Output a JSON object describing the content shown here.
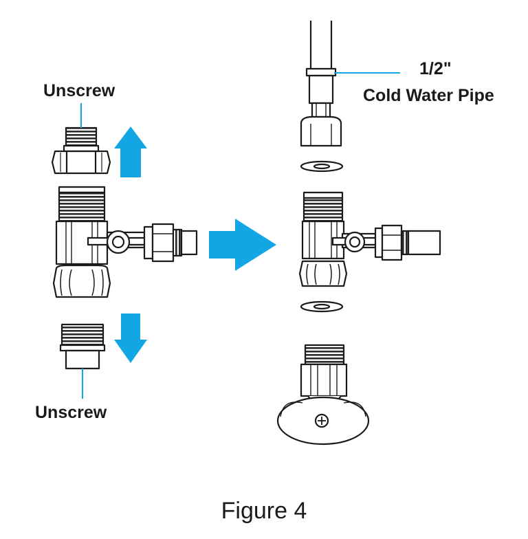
{
  "labels": {
    "unscrew_top": "Unscrew",
    "unscrew_bottom": "Unscrew",
    "pipe_size": "1/2\"",
    "pipe_name": "Cold Water Pipe"
  },
  "caption": "Figure 4",
  "colors": {
    "arrow": "#13a6e5",
    "line": "#1a1a1a",
    "metal_fill": "#ffffff",
    "thread": "#2a2a2a",
    "leader": "#13a6e5"
  },
  "icons": [
    "up-arrow-icon",
    "down-arrow-icon",
    "right-arrow-icon"
  ]
}
